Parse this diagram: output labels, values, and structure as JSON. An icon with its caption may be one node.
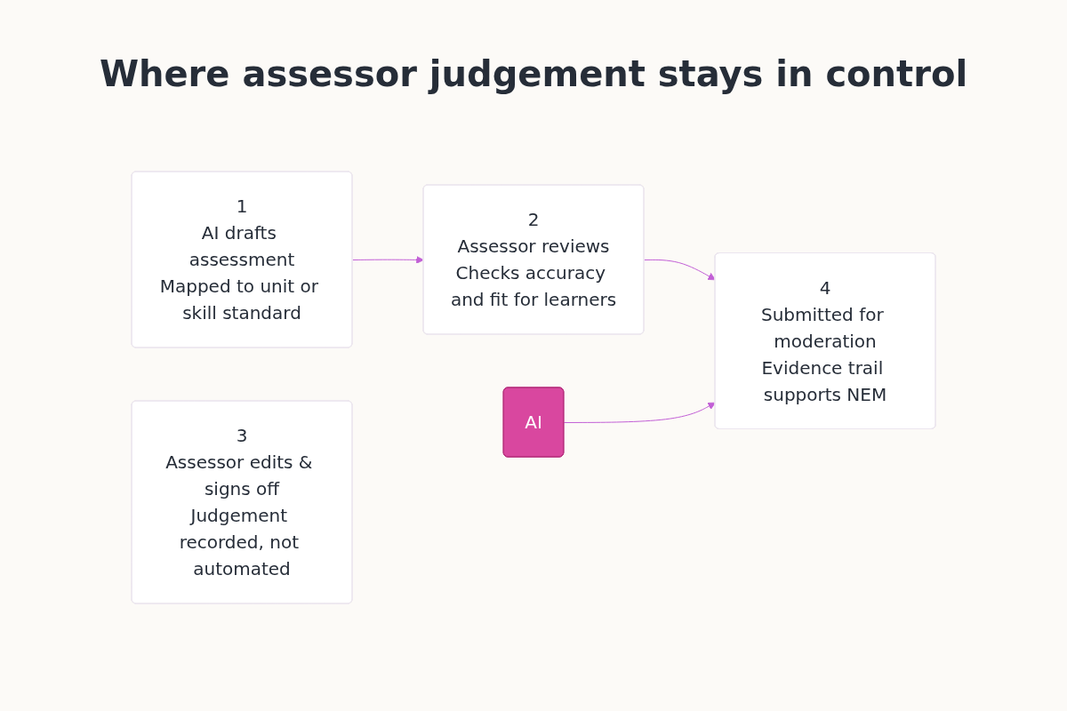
{
  "diagram": {
    "title": "Where assessor judgement stays in control",
    "nodes": [
      {
        "text": [
          "1",
          "AI drafts assessment",
          "Mapped to unit or skill standard"
        ]
      },
      {
        "text": [
          "AI"
        ]
      },
      {
        "text": [
          "2",
          "Assessor reviews",
          "Checks accuracy and fit for learners"
        ]
      },
      {
        "text": [
          "3",
          "Assessor edits & signs off",
          "Judgement recorded, not automated"
        ]
      },
      {
        "text": [
          "4",
          "Submitted for moderation",
          "Evidence trail supports NEM"
        ]
      }
    ],
    "edges": [
      {
        "from": 0,
        "to": 2,
        "arrow": "to"
      },
      {
        "from": 2,
        "to": 4,
        "arrow": "to"
      },
      {
        "from": 1,
        "to": 4,
        "arrow": "to"
      }
    ]
  }
}
